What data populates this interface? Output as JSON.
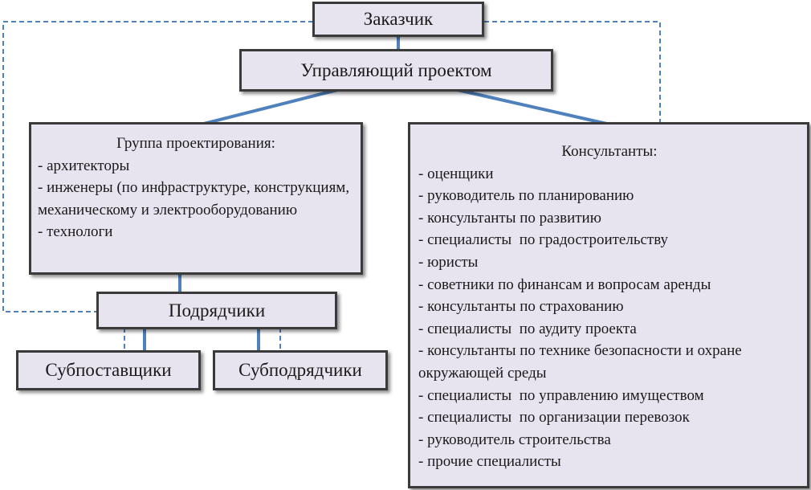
{
  "customer": {
    "label": "Заказчик"
  },
  "project_manager": {
    "label": "Управляющий проектом"
  },
  "design_group": {
    "title": "Группа проектирования:",
    "items": [
      "архитекторы",
      "инженеры (по инфраструктуре, конструкциям, механическому и электрооборудованию",
      "технологи"
    ]
  },
  "consultants": {
    "title": "Консультанты:",
    "items": [
      "оценщики",
      "руководитель по планированию",
      "консультанты по развитию",
      "специалисты  по градостроительству",
      "юристы",
      "советники по финансам и вопросам аренды",
      "консультанты по страхованию",
      "специалисты  по аудиту проекта",
      "консультанты по технике безопасности и охране окружающей среды",
      "специалисты  по управлению имуществом",
      "специалисты  по организации перевозок",
      "руководитель строительства",
      "прочие специалисты"
    ]
  },
  "contractors": {
    "label": "Подрядчики"
  },
  "suppliers": {
    "label": "Субпоставщики"
  },
  "subcontractors": {
    "label": "Субподрядчики"
  },
  "colors": {
    "box_fill": "#e7e3ef",
    "box_border": "#3a3a3a",
    "connector": "#4f81bd"
  }
}
